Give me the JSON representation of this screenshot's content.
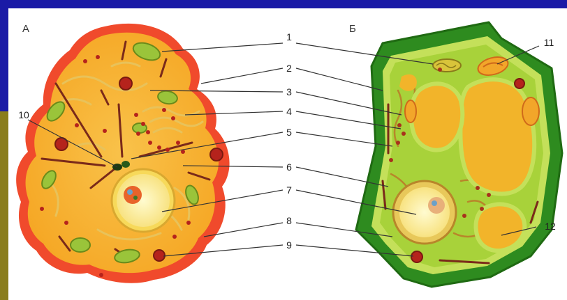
{
  "colors": {
    "frame_blue": "#1a1aa6",
    "frame_olive": "#8a7d1c",
    "animal_membrane": "#f04a2c",
    "animal_cytoplasm": "#f5a623",
    "plant_wall": "#2e8b1f",
    "plant_cytoplasm": "#a8d23a",
    "vacuole": "#f2b42a",
    "nucleus": "#fbf2a0",
    "nucleolus": "#e8632a",
    "mitochondrion": "#9ac43a",
    "ribosome": "#b5231c",
    "label_text": "#222222"
  },
  "panels": {
    "animal_label": "А",
    "plant_label": "Б"
  },
  "labels": {
    "l1": "1",
    "l2": "2",
    "l3": "3",
    "l4": "4",
    "l5": "5",
    "l6": "6",
    "l7": "7",
    "l8": "8",
    "l9": "9",
    "l10": "10",
    "l11": "11",
    "l12": "12"
  }
}
